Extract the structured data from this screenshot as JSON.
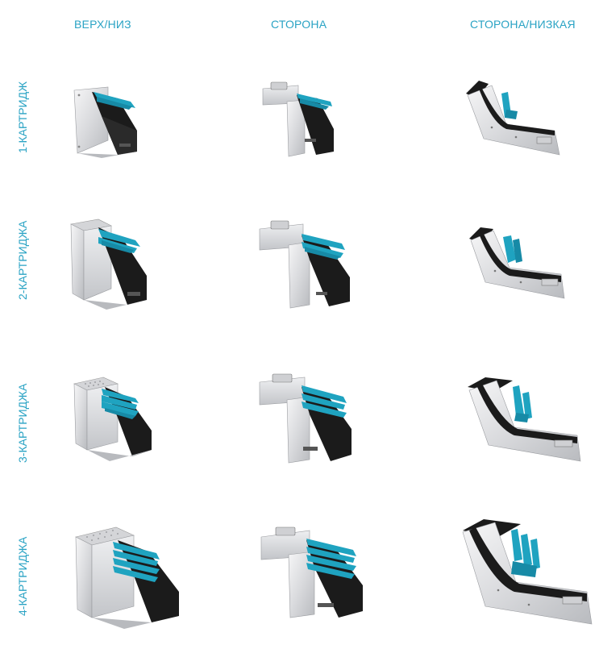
{
  "headers": [
    "ВЕРХ/НИЗ",
    "СТОРОНА",
    "СТОРОНА/НИЗКАЯ"
  ],
  "rows": [
    "1-КАРТРИДЖ",
    "2-КАРТРИДЖА",
    "3-КАРТРИДЖА",
    "4-КАРТРИДЖА"
  ],
  "colors": {
    "accent": "#2aa3c4",
    "metal": "#dcdde0",
    "black_part": "#1b1b1b",
    "teal_part": "#1fa3c0"
  },
  "icons": [
    "printhead-mount-top-bottom",
    "printhead-mount-side",
    "printhead-mount-side-low"
  ]
}
